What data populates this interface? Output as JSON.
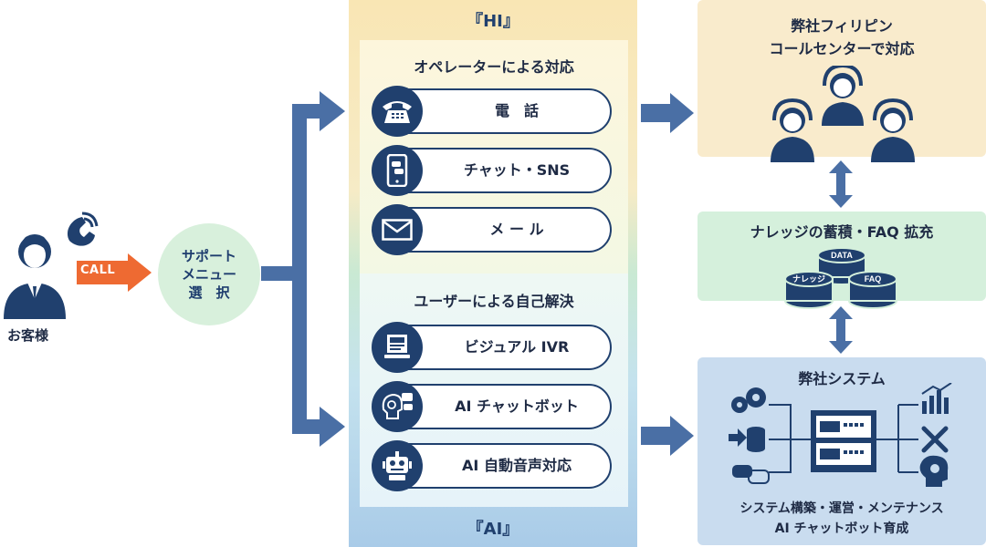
{
  "customer": {
    "label": "お客様",
    "call_label": "CALL"
  },
  "support_menu": {
    "line1": "サポート",
    "line2": "メニュー",
    "line3": "選　択"
  },
  "column": {
    "hi_heading": "『HI』",
    "ai_heading": "『AI』",
    "hi_panel": {
      "title": "オペレーターによる対応",
      "items": [
        {
          "label": "電　話",
          "icon": "telephone-icon"
        },
        {
          "label": "チャット・SNS",
          "icon": "smartphone-chat-icon"
        },
        {
          "label": "メ ー ル",
          "icon": "envelope-icon"
        }
      ]
    },
    "ai_panel": {
      "title": "ユーザーによる自己解決",
      "items": [
        {
          "label": "ビジュアル IVR",
          "icon": "visual-ivr-icon"
        },
        {
          "label": "AI チャットボット",
          "icon": "ai-head-chat-icon"
        },
        {
          "label": "AI 自動音声対応",
          "icon": "robot-icon"
        }
      ]
    }
  },
  "right": {
    "philippines": {
      "title_line1": "弊社フィリピン",
      "title_line2": "コールセンターで対応"
    },
    "knowledge": {
      "title": "ナレッジの蓄積・FAQ 拡充",
      "db_labels": [
        "DATA",
        "ナレッジ",
        "FAQ"
      ]
    },
    "system": {
      "title": "弊社システム",
      "footer_line1": "システム構築・運営・メンテナンス",
      "footer_line2": "AI チャットボット育成"
    }
  },
  "colors": {
    "navy": "#20406e",
    "arrow_blue": "#4a6fa5",
    "call_orange": "#ee6a32",
    "light_green": "#d8f0dc"
  }
}
